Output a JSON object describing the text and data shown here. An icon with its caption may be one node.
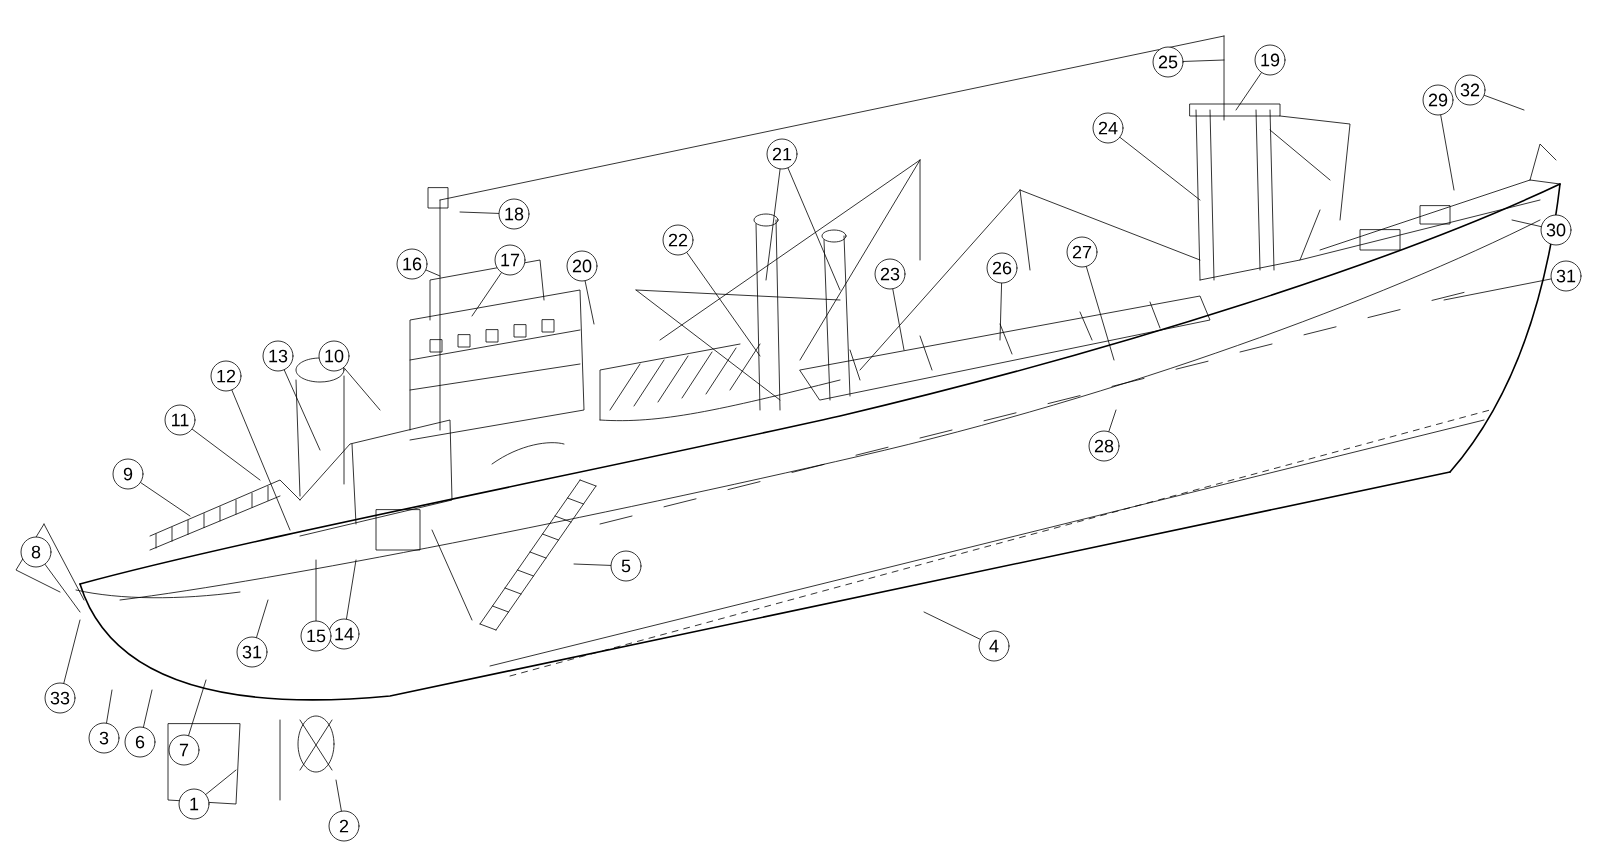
{
  "diagram": {
    "nodes": [
      {
        "text": [
          "1"
        ]
      },
      {
        "text": [
          "2"
        ]
      },
      {
        "text": [
          "3"
        ]
      },
      {
        "text": [
          "4"
        ]
      },
      {
        "text": [
          "5"
        ]
      },
      {
        "text": [
          "6"
        ]
      },
      {
        "text": [
          "7"
        ]
      },
      {
        "text": [
          "8"
        ]
      },
      {
        "text": [
          "9"
        ]
      },
      {
        "text": [
          "10"
        ]
      },
      {
        "text": [
          "11"
        ]
      },
      {
        "text": [
          "12"
        ]
      },
      {
        "text": [
          "13"
        ]
      },
      {
        "text": [
          "14"
        ]
      },
      {
        "text": [
          "15"
        ]
      },
      {
        "text": [
          "16"
        ]
      },
      {
        "text": [
          "17"
        ]
      },
      {
        "text": [
          "18"
        ]
      },
      {
        "text": [
          "19"
        ]
      },
      {
        "text": [
          "20"
        ]
      },
      {
        "text": [
          "21"
        ]
      },
      {
        "text": [
          "22"
        ]
      },
      {
        "text": [
          "23"
        ]
      },
      {
        "text": [
          "24"
        ]
      },
      {
        "text": [
          "25"
        ]
      },
      {
        "text": [
          "26"
        ]
      },
      {
        "text": [
          "27"
        ]
      },
      {
        "text": [
          "28"
        ]
      },
      {
        "text": [
          "29"
        ]
      },
      {
        "text": [
          "30"
        ]
      },
      {
        "text": [
          "31"
        ]
      },
      {
        "text": [
          "31"
        ]
      },
      {
        "text": [
          "32"
        ]
      },
      {
        "text": [
          "33"
        ]
      }
    ],
    "edges": [
      {
        "from": 0,
        "to": null,
        "arrow": "none"
      },
      {
        "from": 1,
        "to": null,
        "arrow": "none"
      },
      {
        "from": 2,
        "to": null,
        "arrow": "none"
      },
      {
        "from": 3,
        "to": null,
        "arrow": "none"
      },
      {
        "from": 4,
        "to": null,
        "arrow": "none"
      },
      {
        "from": 5,
        "to": null,
        "arrow": "none"
      },
      {
        "from": 6,
        "to": null,
        "arrow": "none"
      },
      {
        "from": 7,
        "to": null,
        "arrow": "none"
      },
      {
        "from": 8,
        "to": null,
        "arrow": "none"
      },
      {
        "from": 9,
        "to": null,
        "arrow": "none"
      },
      {
        "from": 10,
        "to": null,
        "arrow": "none"
      },
      {
        "from": 11,
        "to": null,
        "arrow": "none"
      },
      {
        "from": 12,
        "to": null,
        "arrow": "none"
      },
      {
        "from": 13,
        "to": null,
        "arrow": "none"
      },
      {
        "from": 14,
        "to": null,
        "arrow": "none"
      },
      {
        "from": 15,
        "to": null,
        "arrow": "none"
      },
      {
        "from": 16,
        "to": null,
        "arrow": "none"
      },
      {
        "from": 17,
        "to": null,
        "arrow": "none"
      },
      {
        "from": 18,
        "to": null,
        "arrow": "none"
      },
      {
        "from": 19,
        "to": null,
        "arrow": "none"
      },
      {
        "from": 20,
        "to": null,
        "arrow": "none"
      },
      {
        "from": 20,
        "to": null,
        "arrow": "none"
      },
      {
        "from": 21,
        "to": null,
        "arrow": "none"
      },
      {
        "from": 22,
        "to": null,
        "arrow": "none"
      },
      {
        "from": 23,
        "to": null,
        "arrow": "none"
      },
      {
        "from": 24,
        "to": null,
        "arrow": "none"
      },
      {
        "from": 25,
        "to": null,
        "arrow": "none"
      },
      {
        "from": 26,
        "to": null,
        "arrow": "none"
      },
      {
        "from": 27,
        "to": null,
        "arrow": "none"
      },
      {
        "from": 28,
        "to": null,
        "arrow": "none"
      },
      {
        "from": 29,
        "to": null,
        "arrow": "none"
      },
      {
        "from": 30,
        "to": null,
        "arrow": "none"
      },
      {
        "from": 31,
        "to": null,
        "arrow": "none"
      },
      {
        "from": 32,
        "to": null,
        "arrow": "none"
      },
      {
        "from": 33,
        "to": null,
        "arrow": "none"
      }
    ]
  }
}
